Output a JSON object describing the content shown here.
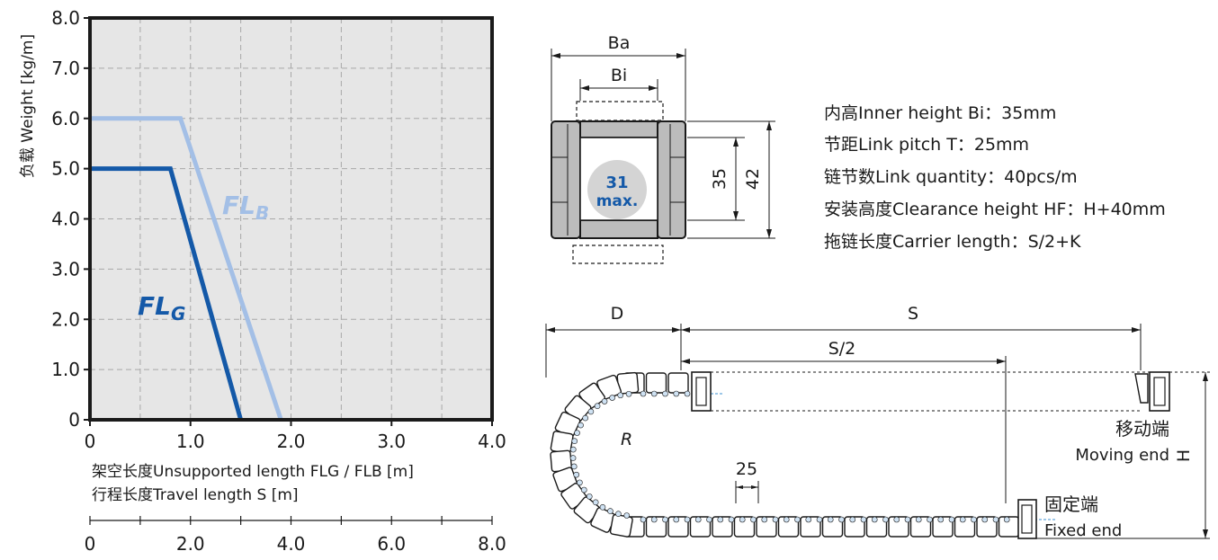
{
  "chart_data": {
    "type": "line",
    "ylabel": "负载 Weight [kg/m]",
    "xlabel_lines": [
      "架空长度Unsupported length FLG / FLB [m]",
      "行程长度Travel length S [m]"
    ],
    "xlim": [
      0,
      4
    ],
    "ylim": [
      0,
      8
    ],
    "x_ticks": [
      "0",
      "1.0",
      "2.0",
      "3.0",
      "4.0"
    ],
    "y_ticks": [
      "0",
      "1.0",
      "2.0",
      "3.0",
      "4.0",
      "5.0",
      "6.0",
      "7.0",
      "8.0"
    ],
    "secondary_x_ticks": [
      "0",
      "2.0",
      "4.0",
      "6.0",
      "8.0"
    ],
    "grid": true,
    "series": [
      {
        "name": "FLB",
        "color": "#a3bfe6",
        "x": [
          0,
          0.9,
          1.9
        ],
        "y": [
          6.0,
          6.0,
          0
        ]
      },
      {
        "name": "FLG",
        "color": "#1459a8",
        "x": [
          0,
          0.8,
          1.5
        ],
        "y": [
          5.0,
          5.0,
          0
        ]
      }
    ],
    "series_labels": [
      {
        "main": "FL",
        "sub": "B"
      },
      {
        "main": "FL",
        "sub": "G"
      }
    ]
  },
  "cross_section": {
    "label_ba": "Ba",
    "label_bi": "Bi",
    "dim_inner": "35",
    "dim_outer": "42",
    "badge_value": "31",
    "badge_unit": "max."
  },
  "specs": [
    "内高Inner height Bi：35mm",
    "节距Link pitch T：25mm",
    "链节数Link quantity：40pcs/m",
    "安装高度Clearance height HF：H+40mm",
    "拖链长度Carrier length：S/2+K"
  ],
  "side_view": {
    "label_d": "D",
    "label_s": "S",
    "label_s_half": "S/2",
    "label_r": "R",
    "label_pitch": "25",
    "moving_end_cn": "移动端",
    "moving_end_en": "Moving end",
    "fixed_end_cn": "固定端",
    "fixed_end_en": "Fixed end",
    "label_h": "H"
  },
  "colors": {
    "frame": "#1a1a1a",
    "grid": "#a8a8a8",
    "plot_bg": "#e6e6e6",
    "link_fill": "#bcbcbc",
    "badge": "#d4d4d4",
    "badge_text": "#1459a8"
  }
}
